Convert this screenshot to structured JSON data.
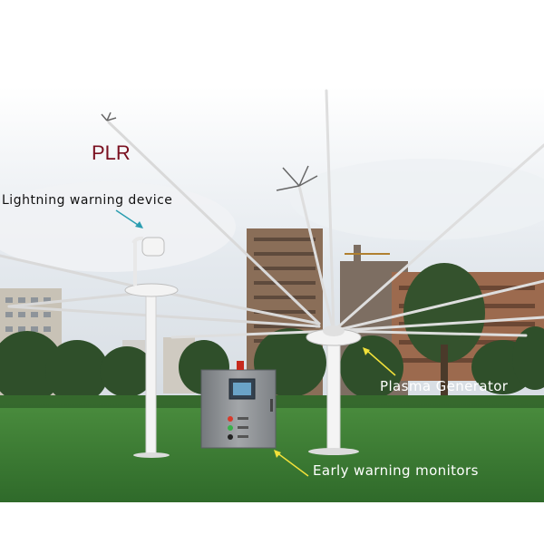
{
  "labels": {
    "plr": "PLR",
    "lightning_warning_device": "Lightning warning device",
    "plasma_generator": "Plasma Generator",
    "early_warning_monitors": "Early warning monitors"
  },
  "colors": {
    "sky": "#e6ebef",
    "grass": "#3f7f36",
    "pole": "#f2f2f2",
    "cabinet": "#8c8f92",
    "plr_label": "#7a1020",
    "arrow": "#f2e13a",
    "callout_arrow": "#2a9db0"
  }
}
